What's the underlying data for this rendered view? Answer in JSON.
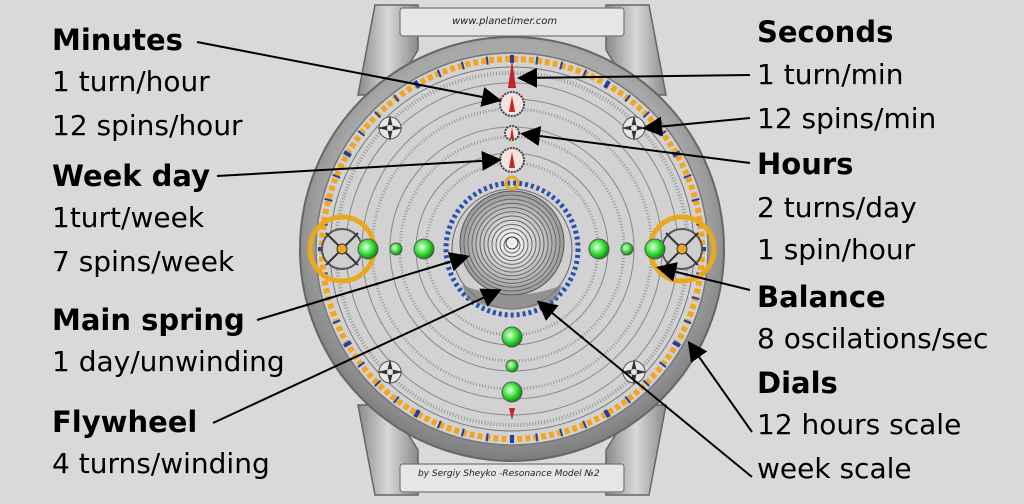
{
  "watch": {
    "top_url": "www.planetimer.com",
    "bottom_credit": "by Sergiy Sheyko -Resonance Model №2"
  },
  "left": [
    {
      "title": "Minutes",
      "lines": [
        "1 turn/hour",
        "12 spins/hour"
      ]
    },
    {
      "title": "Week day",
      "lines": [
        "1turt/week",
        "7 spins/week"
      ]
    },
    {
      "title": "Main spring",
      "lines": [
        "1 day/unwinding"
      ]
    },
    {
      "title": "Flywheel",
      "lines": [
        "4 turns/winding"
      ]
    }
  ],
  "right": [
    {
      "title": "Seconds",
      "lines": [
        "1 turn/min",
        "12 spins/min"
      ]
    },
    {
      "title": "Hours",
      "lines": [
        "2 turns/day",
        "1 spin/hour"
      ]
    },
    {
      "title": "Balance",
      "lines": [
        "8 oscilations/sec"
      ]
    },
    {
      "title": "Dials",
      "lines": [
        "12 hours scale",
        "week scale"
      ]
    }
  ],
  "colors": {
    "background": "#d9d9d9",
    "case": "#a9a9a9",
    "dial": "#d2d2d2",
    "orange_ring": "#f2a521",
    "blue_ticks": "#1f3fa8",
    "green_jewel": "#33dd33",
    "red_hand": "#cc2222",
    "gold": "#e8a820"
  }
}
